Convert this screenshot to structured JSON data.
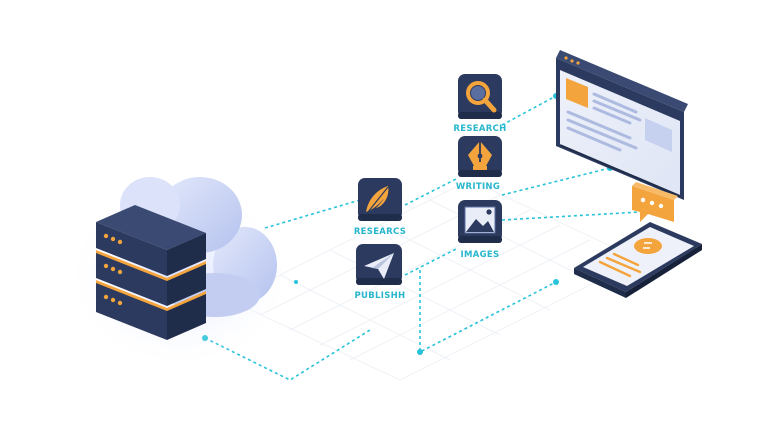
{
  "labels": {
    "research": "RESEARCH",
    "writing": "WRITING",
    "images": "IMAGES",
    "researcs": "RESEARCS",
    "publish": "PUBLISHH"
  },
  "icons": {
    "server": "server-rack-icon",
    "cloud": "cloud-icon",
    "research": "magnifier-icon",
    "writing": "pen-nib-icon",
    "images": "image-icon",
    "researcs": "feather-icon",
    "publish": "paper-plane-icon",
    "browser": "browser-window-icon",
    "chat": "chat-bubble-icon",
    "phone": "smartphone-icon"
  },
  "colors": {
    "navy": "#2b3a5e",
    "orange": "#f4a43c",
    "cyan": "#27c3d8",
    "cloud": "#c7d2f5",
    "label": "#27b6cc"
  }
}
